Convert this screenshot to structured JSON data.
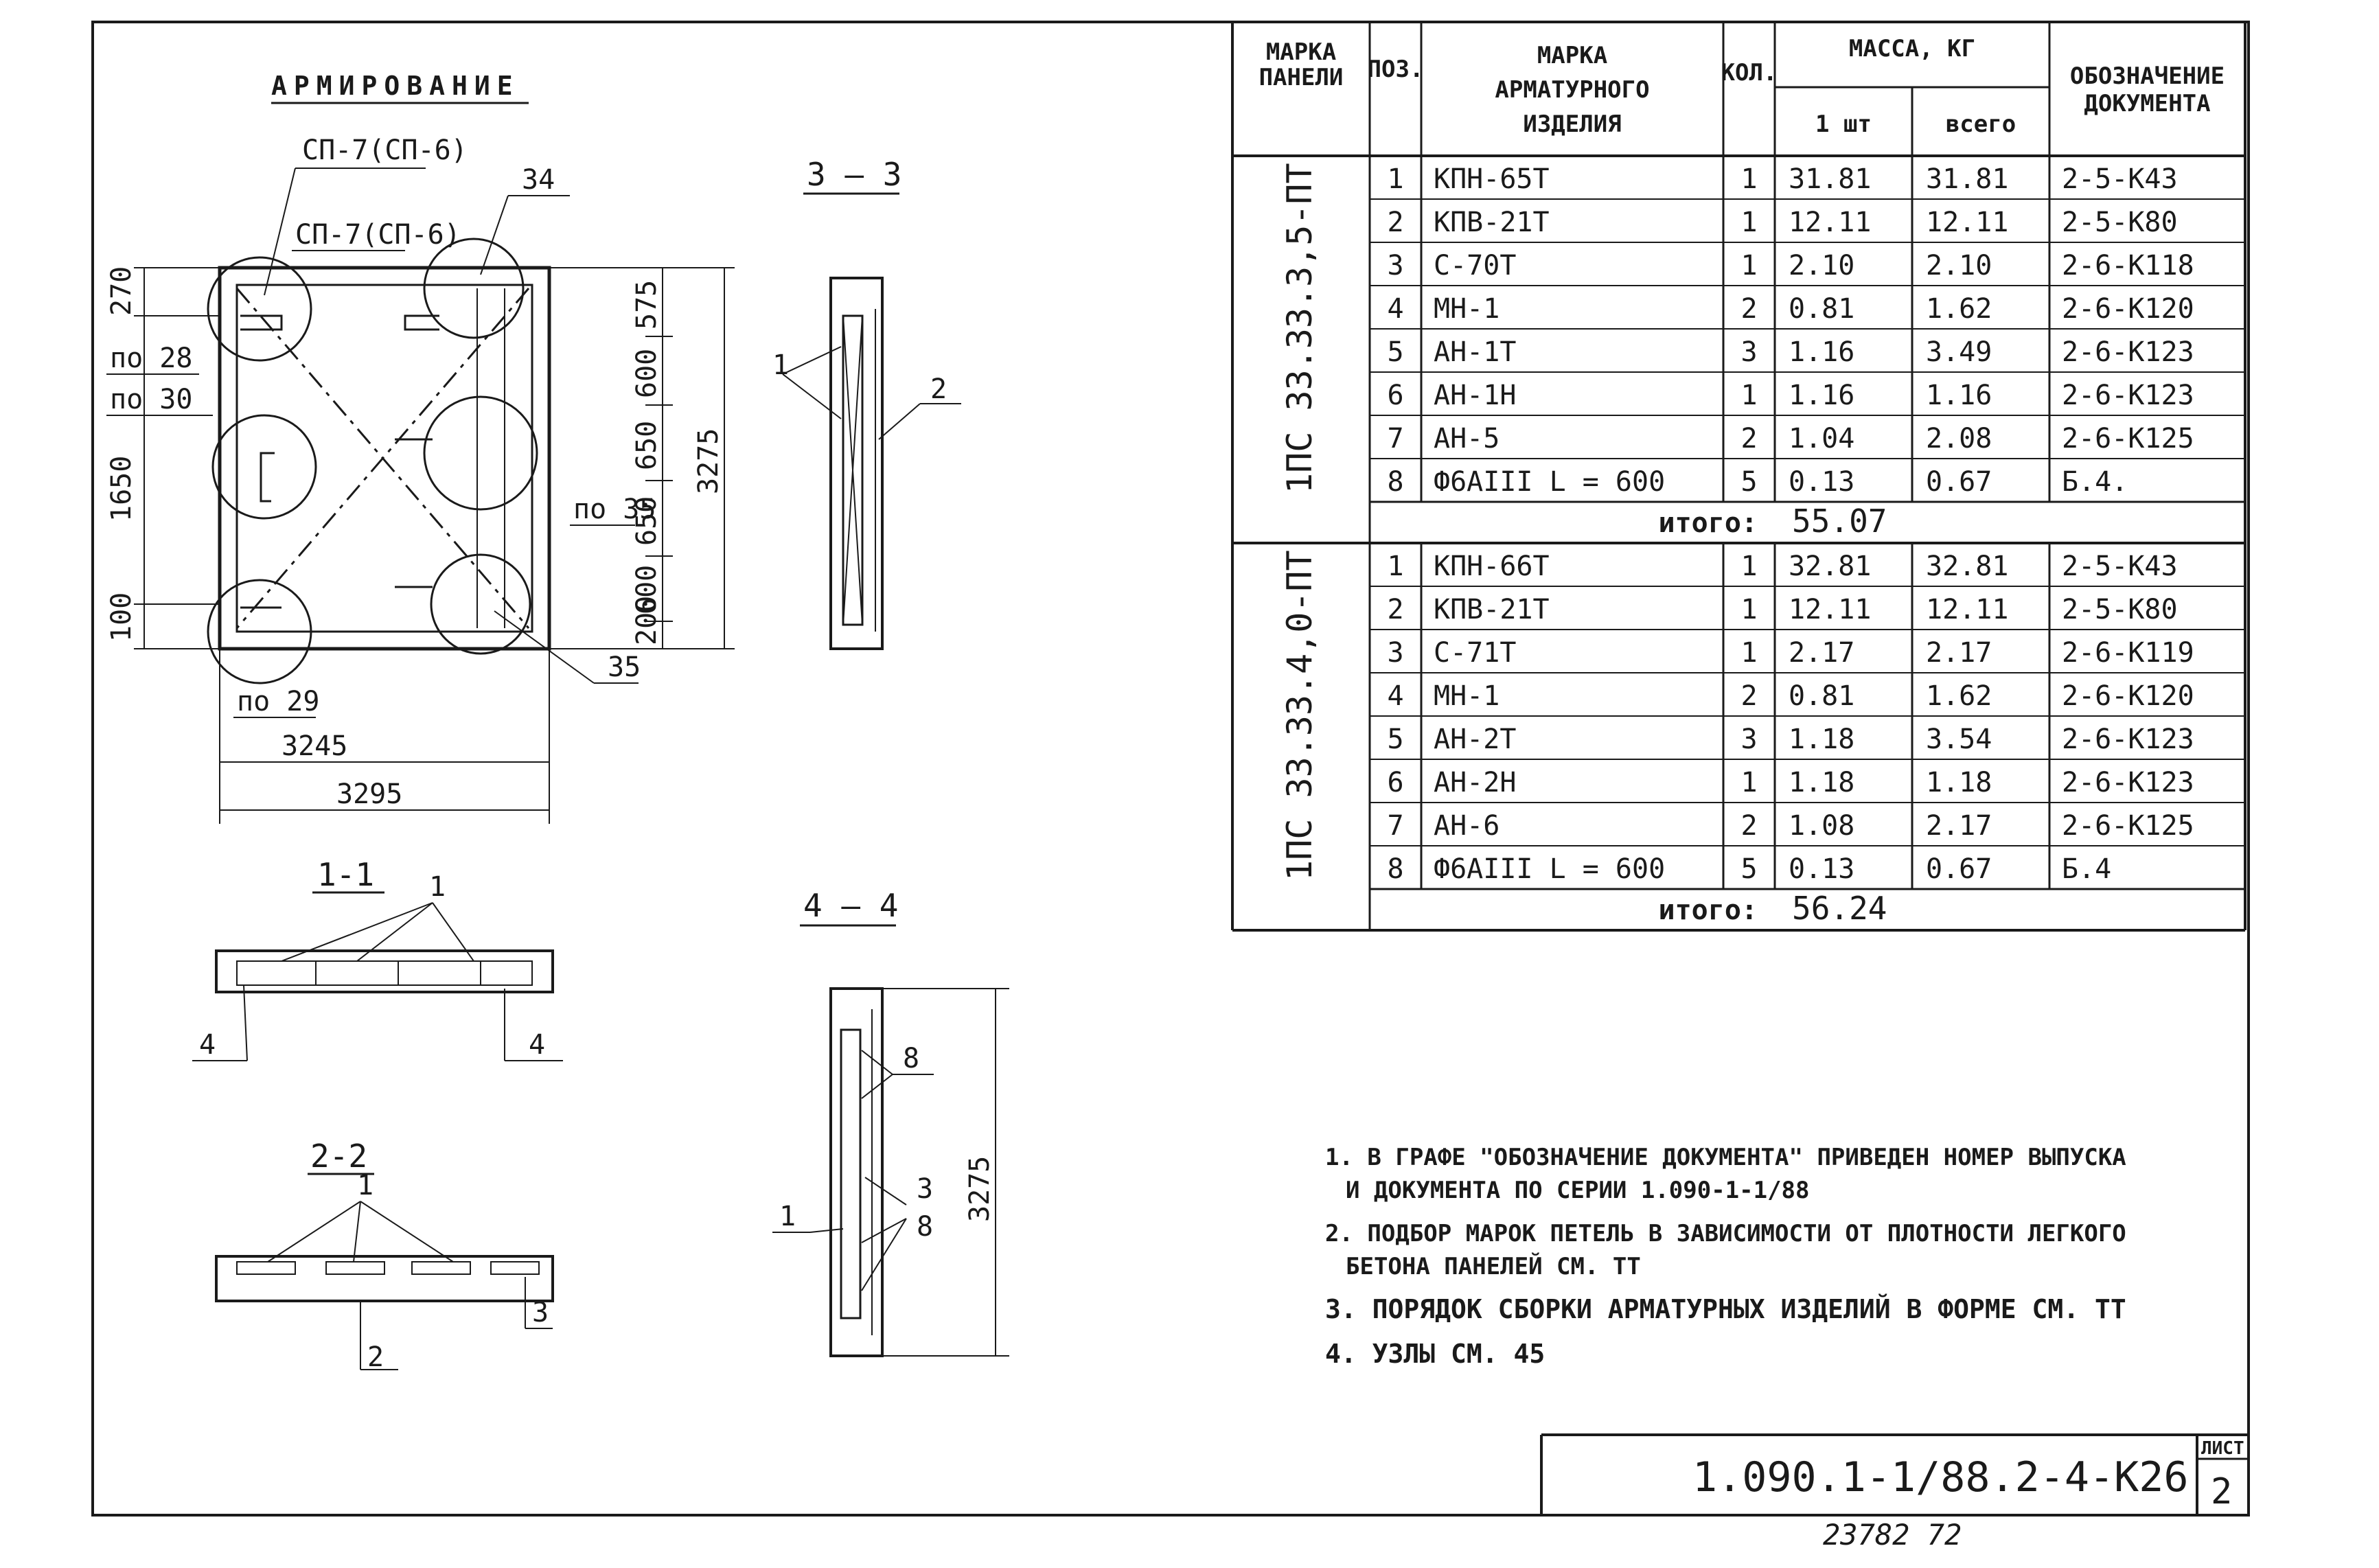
{
  "drawing": {
    "heading": "АРМИРОВАНИЕ",
    "plan_labels": {
      "sp7_a": "СП-7(СП-6)",
      "sp7_b": "СП-7(СП-6)",
      "pos34": "34",
      "pos35": "35",
      "po28": "по 28",
      "po30": "по 30",
      "po29": "по 29",
      "po35": "по 35",
      "d270": "270",
      "d1650": "1650",
      "d100": "100",
      "d575": "575",
      "d600a": "600",
      "d650a": "650",
      "d650b": "650",
      "d600b": "600",
      "d200": "200",
      "d3275": "3275",
      "d3245": "3245",
      "d3295": "3295"
    },
    "sections": {
      "s33": "3 — 3",
      "s44": "4 — 4",
      "s11": "1-1",
      "s22": "2-2",
      "d3275": "3275"
    }
  },
  "table": {
    "headers": {
      "panel_mark": "МАРКА ПАНЕЛИ",
      "pos": "ПОЗ.",
      "item_mark": "МАРКА АРМАТУРНОГО ИЗДЕЛИЯ",
      "qty": "КОЛ.",
      "mass": "МАССА, КГ",
      "mass_one": "1 шт",
      "mass_total": "всего",
      "doc": "ОБОЗНАЧЕНИЕ ДОКУМЕНТА"
    },
    "groups": [
      {
        "panel": "1ПС 33.33.3,5-ПТ",
        "rows": [
          [
            "1",
            "КПН-65Т",
            "1",
            "31.81",
            "31.81",
            "2-5-К43"
          ],
          [
            "2",
            "КПВ-21Т",
            "1",
            "12.11",
            "12.11",
            "2-5-К80"
          ],
          [
            "3",
            "С-70Т",
            "1",
            "2.10",
            "2.10",
            "2-6-К118"
          ],
          [
            "4",
            "МН-1",
            "2",
            "0.81",
            "1.62",
            "2-6-К120"
          ],
          [
            "5",
            "АН-1Т",
            "3",
            "1.16",
            "3.49",
            "2-6-К123"
          ],
          [
            "6",
            "АН-1Н",
            "1",
            "1.16",
            "1.16",
            "2-6-К123"
          ],
          [
            "7",
            "АН-5",
            "2",
            "1.04",
            "2.08",
            "2-6-К125"
          ],
          [
            "8",
            "Ф6АIII   L = 600",
            "5",
            "0.13",
            "0.67",
            "Б.4."
          ]
        ],
        "total_label": "итого:",
        "total_value": "55.07"
      },
      {
        "panel": "1ПС 33.33.4,0-ПТ",
        "rows": [
          [
            "1",
            "КПН-66Т",
            "1",
            "32.81",
            "32.81",
            "2-5-К43"
          ],
          [
            "2",
            "КПВ-21Т",
            "1",
            "12.11",
            "12.11",
            "2-5-К80"
          ],
          [
            "3",
            "С-71Т",
            "1",
            "2.17",
            "2.17",
            "2-6-К119"
          ],
          [
            "4",
            "МН-1",
            "2",
            "0.81",
            "1.62",
            "2-6-К120"
          ],
          [
            "5",
            "АН-2Т",
            "3",
            "1.18",
            "3.54",
            "2-6-К123"
          ],
          [
            "6",
            "АН-2Н",
            "1",
            "1.18",
            "1.18",
            "2-6-К123"
          ],
          [
            "7",
            "АН-6",
            "2",
            "1.08",
            "2.17",
            "2-6-К125"
          ],
          [
            "8",
            "Ф6АIII   L = 600",
            "5",
            "0.13",
            "0.67",
            "Б.4"
          ]
        ],
        "total_label": "итого:",
        "total_value": "56.24"
      }
    ]
  },
  "notes": {
    "n1a": "1. В ГРАФЕ \"ОБОЗНАЧЕНИЕ ДОКУМЕНТА\" ПРИВЕДЕН НОМЕР ВЫПУСКА",
    "n1b": "И ДОКУМЕНТА  ПО СЕРИИ 1.090-1-1/88",
    "n2a": "2. ПОДБОР МАРОК ПЕТЕЛЬ В ЗАВИСИМОСТИ ОТ ПЛОТНОСТИ  ЛЕГКОГО",
    "n2b": "БЕТОНА ПАНЕЛЕЙ СМ. ТТ",
    "n3": "3. ПОРЯДОК СБОРКИ АРМАТУРНЫХ ИЗДЕЛИЙ  В ФОРМЕ  СМ. ТТ",
    "n4": "4. УЗЛЫ СМ. 45"
  },
  "title_block": {
    "code": "1.090.1-1/88.2-4-К26",
    "sheet_label": "ЛИСТ",
    "sheet_no": "2"
  },
  "footer": {
    "number": "23782  72"
  }
}
